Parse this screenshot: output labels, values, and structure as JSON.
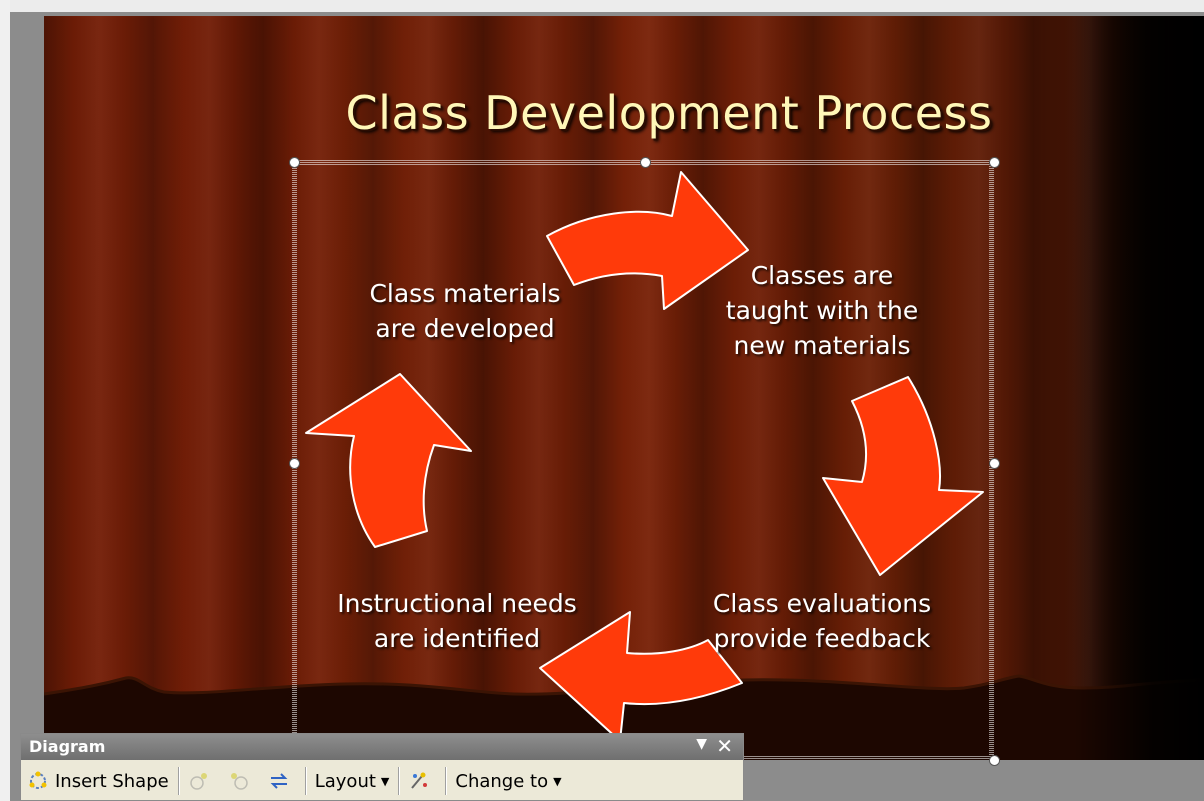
{
  "slide": {
    "title": "Class Development Process"
  },
  "cycle": {
    "steps": [
      "Class materials\nare developed",
      "Classes are\ntaught with the\nnew materials",
      "Class evaluations\nprovide feedback",
      "Instructional needs\nare identified"
    ],
    "arrow_color": "#ff3a0a",
    "arrow_outline": "#ffffff"
  },
  "toolbar": {
    "title": "Diagram",
    "insert_shape_label": "Insert Shape",
    "layout_label": "Layout",
    "change_to_label": "Change to",
    "icons": [
      "insert-shape-icon",
      "move-backward-icon",
      "move-forward-icon",
      "reverse-diagram-icon",
      "autoformat-icon"
    ]
  },
  "colors": {
    "title_text": "#fff7b8",
    "toolbar_bg": "#ece9d8",
    "toolbar_titlebar": "#7f7f7f"
  }
}
